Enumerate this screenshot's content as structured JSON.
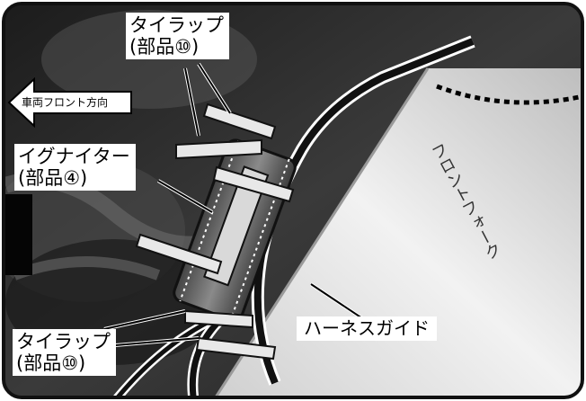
{
  "image": {
    "description_colors": {
      "frame": "#111111",
      "tube": "#e8e8e8",
      "background": "#2a2a2a"
    }
  },
  "labels": {
    "tie_wrap_top": [
      "タイラップ",
      "(部品⑩)"
    ],
    "igniter": [
      "イグナイター",
      "(部品④)"
    ],
    "tie_wrap_bottom": [
      "タイラップ",
      "(部品⑩)"
    ],
    "harness_guide": "ハーネスガイド",
    "vehicle_front": "車両フロント方向",
    "front_fork": "フロントフォーク"
  }
}
